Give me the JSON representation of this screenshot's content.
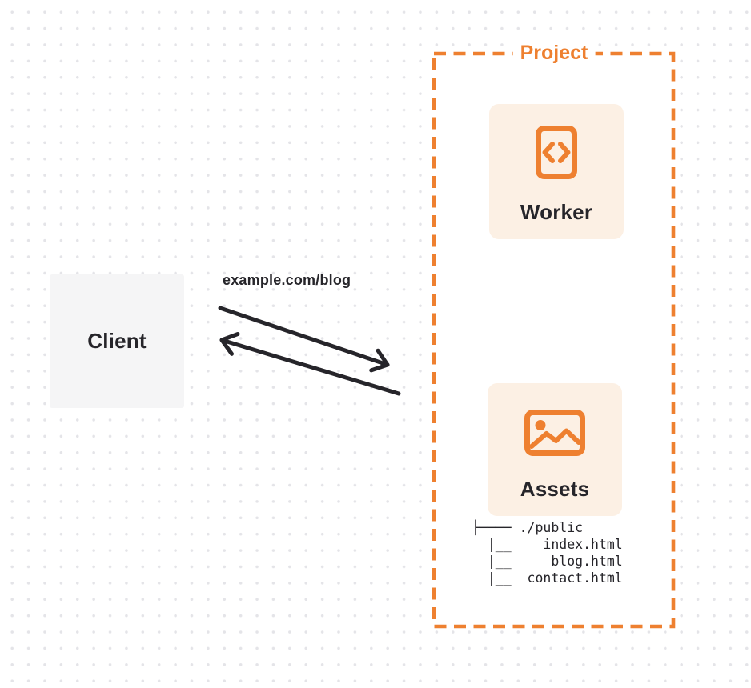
{
  "colors": {
    "accent_orange": "#EE8030",
    "card_background": "#FCF0E4",
    "client_background": "#F5F5F6",
    "text_dark": "#26252A",
    "dot_grid": "#E4E4E8"
  },
  "client": {
    "label": "Client"
  },
  "request": {
    "label": "example.com/blog"
  },
  "project": {
    "label": "Project",
    "worker": {
      "label": "Worker",
      "icon": "code-icon"
    },
    "assets": {
      "label": "Assets",
      "icon": "image-icon",
      "file_tree": "├──── ./public\n  |__    index.html\n  |__     blog.html\n  |__  contact.html"
    }
  }
}
